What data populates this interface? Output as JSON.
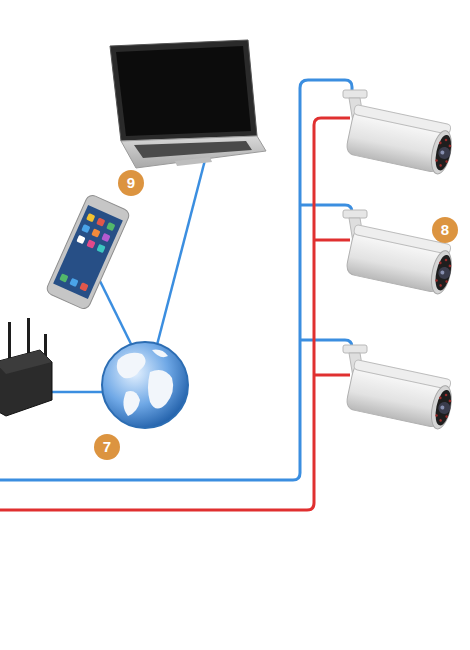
{
  "diagram": {
    "labels": [
      "9",
      "8",
      "7"
    ]
  }
}
